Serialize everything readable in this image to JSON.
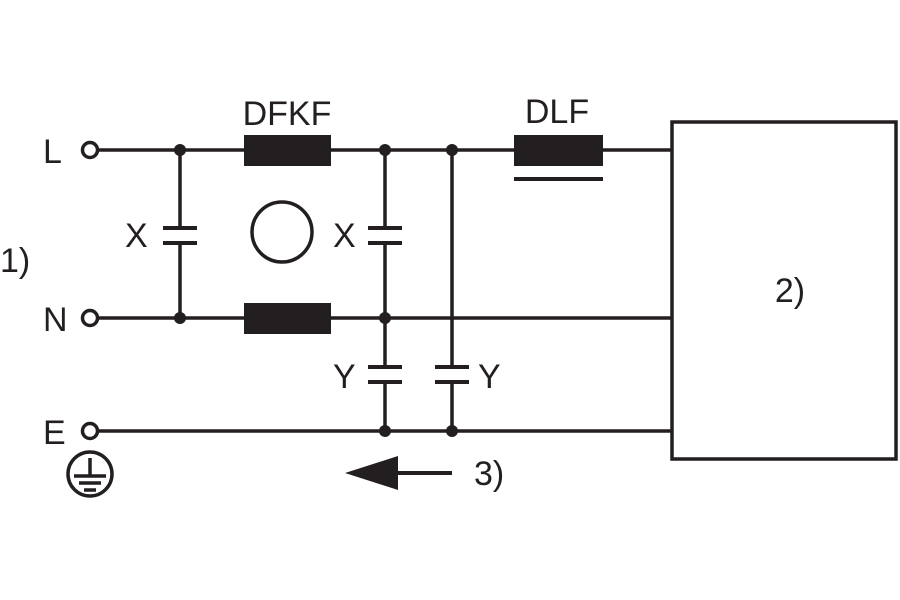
{
  "terminals": {
    "L": "L",
    "N": "N",
    "E": "E"
  },
  "components": {
    "dfkf": "DFKF",
    "dlf": "DLF",
    "x_cap_1": "X",
    "x_cap_2": "X",
    "y_cap_1": "Y",
    "y_cap_2": "Y"
  },
  "callouts": {
    "mains_input": "1)",
    "device": "2)",
    "leakage_current": "3)"
  },
  "icons": {
    "earth": "earth-ground-icon",
    "arrow": "arrow-left-icon"
  },
  "colors": {
    "ink": "#231f20",
    "background": "#ffffff"
  }
}
